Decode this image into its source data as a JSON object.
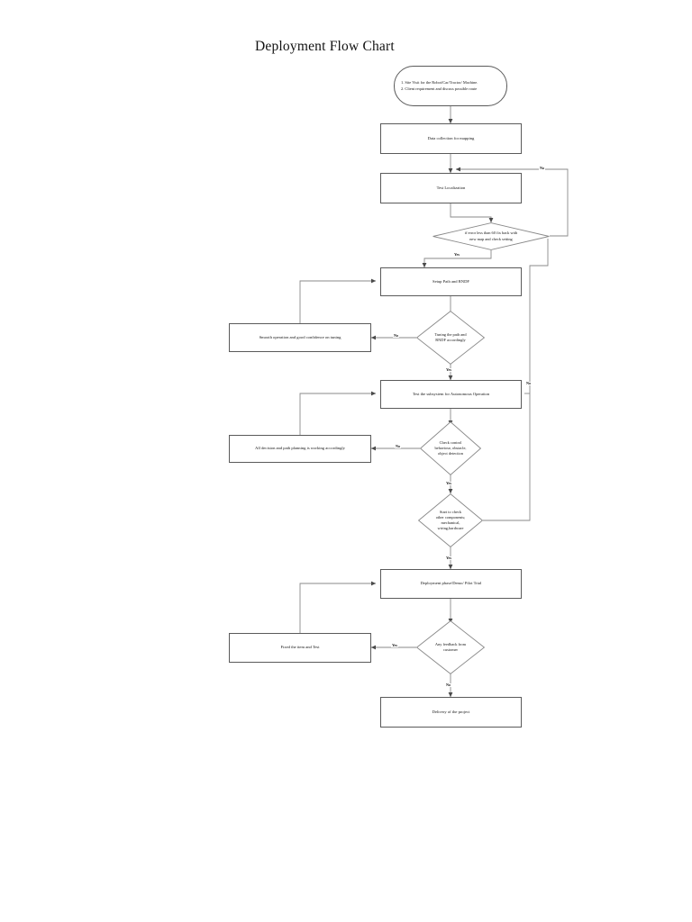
{
  "page": {
    "title": "Deployment Flow Chart",
    "background_color": "#ffffff",
    "line_color": "#5a5a5a",
    "text_color": "#141414"
  },
  "chart_data": {
    "type": "diagram",
    "diagram_kind": "flowchart",
    "title": "Deployment Flow Chart",
    "orientation": "top-to-bottom",
    "nodes": [
      {
        "id": "n1",
        "shape": "terminal",
        "text": "1. Site Visit for the Robot/Car/Tractor/ Machine.\n2. Client requirement and discuss possible route"
      },
      {
        "id": "n2",
        "shape": "process",
        "text": "Data collection for mapping"
      },
      {
        "id": "n3",
        "shape": "process",
        "text": "Test Localization"
      },
      {
        "id": "d1",
        "shape": "decision",
        "text": "if error less than 60 fix back with\nnew map and check setting"
      },
      {
        "id": "n4",
        "shape": "process",
        "text": "Setup Path and RNDF"
      },
      {
        "id": "d2",
        "shape": "decision",
        "text": "Tuning the path and\nRNDF accordingly"
      },
      {
        "id": "n5",
        "shape": "process",
        "text": "Smooth operation and good confidence on tuning"
      },
      {
        "id": "n6",
        "shape": "process",
        "text": "Test the subsystem for Autonomous Operation"
      },
      {
        "id": "d3",
        "shape": "decision",
        "text": "Check control\nbehaviour, obstacle,\nobject detection"
      },
      {
        "id": "n7",
        "shape": "process",
        "text": "All decision and path planning is working accordingly"
      },
      {
        "id": "d4",
        "shape": "decision",
        "text": "Start to check\nother components;\nmechanical,\nwiring,hardware"
      },
      {
        "id": "n8",
        "shape": "process",
        "text": "Deployment phase/Demo/ Pilot Trial"
      },
      {
        "id": "d5",
        "shape": "decision",
        "text": "Any feedback from\ncustomer"
      },
      {
        "id": "n9",
        "shape": "process",
        "text": "Fixed the item and Test"
      },
      {
        "id": "n10",
        "shape": "process",
        "text": "Delivery of the project"
      }
    ],
    "edges": [
      {
        "from": "n1",
        "to": "n2",
        "label": ""
      },
      {
        "from": "n2",
        "to": "n3",
        "label": ""
      },
      {
        "from": "n3",
        "to": "d1",
        "label": ""
      },
      {
        "from": "d1",
        "to": "n4",
        "label": "Yes"
      },
      {
        "from": "d1",
        "to": "n3",
        "label": "No"
      },
      {
        "from": "n4",
        "to": "d2",
        "label": ""
      },
      {
        "from": "d2",
        "to": "n5",
        "label": "No"
      },
      {
        "from": "n5",
        "to": "n4",
        "label": ""
      },
      {
        "from": "d2",
        "to": "n6",
        "label": "Yes"
      },
      {
        "from": "n6",
        "to": "d3",
        "label": ""
      },
      {
        "from": "d3",
        "to": "n7",
        "label": "No"
      },
      {
        "from": "n7",
        "to": "n6",
        "label": ""
      },
      {
        "from": "d3",
        "to": "d4",
        "label": "Yes"
      },
      {
        "from": "d4",
        "to": "n6",
        "label": "No"
      },
      {
        "from": "d4",
        "to": "n8",
        "label": "Yes"
      },
      {
        "from": "n8",
        "to": "d5",
        "label": ""
      },
      {
        "from": "d5",
        "to": "n9",
        "label": "Yes"
      },
      {
        "from": "n9",
        "to": "n8",
        "label": ""
      },
      {
        "from": "d5",
        "to": "n10",
        "label": "No"
      }
    ],
    "edge_labels": {
      "d1_yes": "Yes",
      "d1_no": "No",
      "d2_no": "No",
      "d2_yes": "Yes",
      "d3_no": "No",
      "d3_yes": "Yes",
      "d4_no": "No",
      "d4_yes": "Yes",
      "d5_yes": "Yes",
      "d5_no": "No"
    }
  }
}
